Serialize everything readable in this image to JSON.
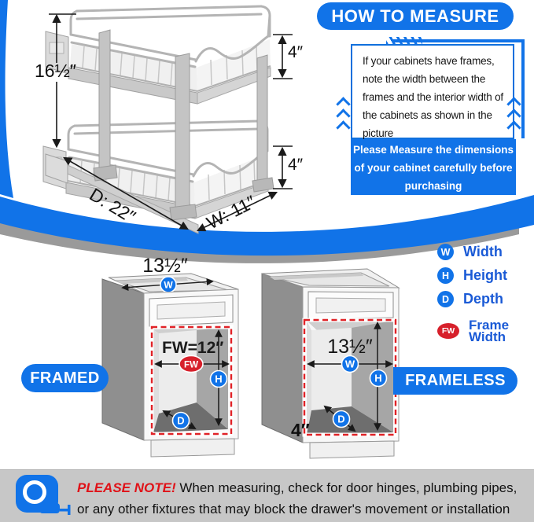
{
  "colors": {
    "blue": "#1173e8",
    "red_badge": "#d7202b",
    "dash_red": "#e02227",
    "legend_text": "#1a5ad6",
    "note_red": "#e01218",
    "note_bar_bg": "#c7c7c7"
  },
  "header": {
    "title": "HOW TO MEASURE"
  },
  "info_box": {
    "text": "If your cabinets have frames, note the width between the frames and the interior width of the cabinets as shown in the picture"
  },
  "measure_box": {
    "text": "Please Measure the dimensions of your cabinet carefully before purchasing"
  },
  "product": {
    "height": "16½″",
    "tier_top_clearance": "4″",
    "tier_bottom_clearance": "4″",
    "depth": "D: 22″",
    "width": "W: 11″"
  },
  "framed": {
    "label": "FRAMED",
    "top_width": "13½″",
    "frame_width_text": "FW=12″",
    "w_badge": "W",
    "h_badge": "H",
    "d_badge": "D",
    "fw_badge": "FW"
  },
  "frameless": {
    "label": "FRAMELESS",
    "interior_width": "13½″",
    "toe_height": "4″",
    "w_badge": "W",
    "h_badge": "H",
    "d_badge": "D"
  },
  "legend": {
    "items": [
      {
        "badge": "W",
        "label": "Width"
      },
      {
        "badge": "H",
        "label": "Height"
      },
      {
        "badge": "D",
        "label": "Depth"
      },
      {
        "badge": "FW",
        "label": "Frame Width"
      }
    ]
  },
  "note": {
    "title": "PLEASE NOTE!",
    "text": " When measuring, check for door hinges, plumbing pipes, or any other fixtures that may block the drawer's movement or installation"
  }
}
